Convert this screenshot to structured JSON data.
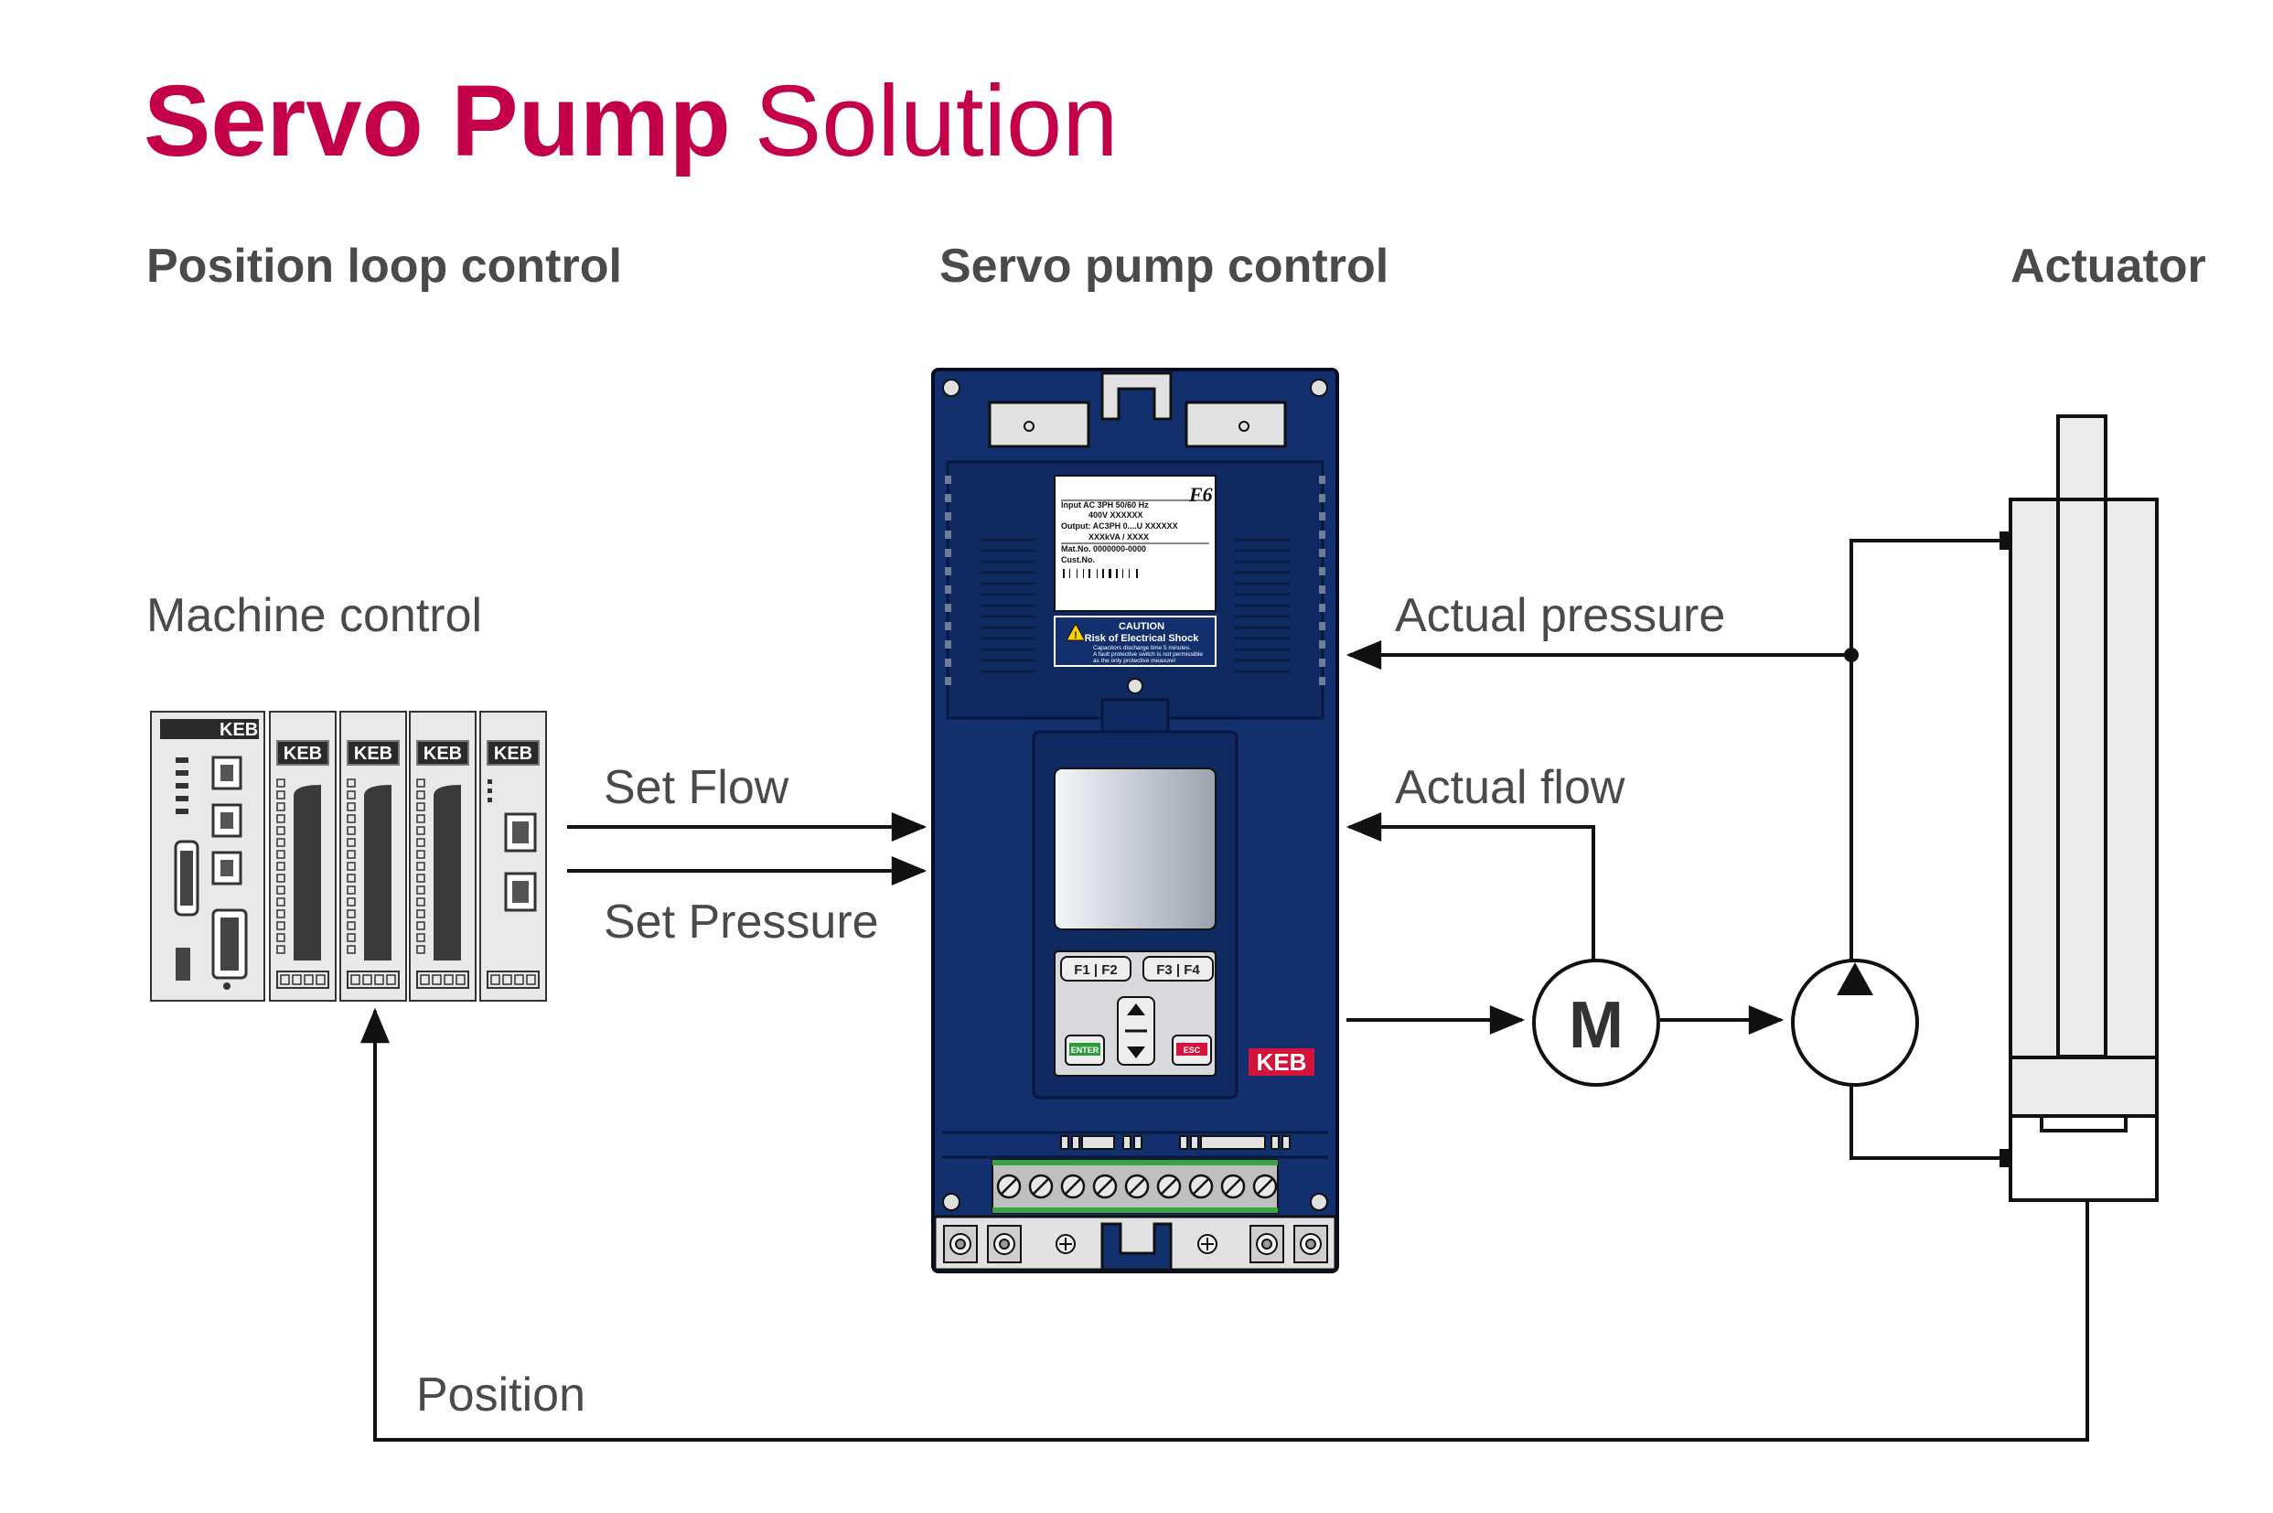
{
  "title": {
    "bold": "Servo Pump",
    "regular": "Solution"
  },
  "headings": {
    "position_loop": "Position loop control",
    "servo_pump": "Servo pump control",
    "actuator": "Actuator"
  },
  "labels": {
    "machine_control": "Machine control",
    "set_flow": "Set Flow",
    "set_pressure": "Set Pressure",
    "actual_pressure": "Actual pressure",
    "actual_flow": "Actual flow",
    "position": "Position"
  },
  "motor": {
    "symbol": "M"
  },
  "drive": {
    "brand": "KEB",
    "plate_lines": [
      "Input   AC 3PH 50/60 Hz",
      "400V XXXXXX",
      "Output: AC3PH 0....U XXXXXX",
      "XXXkVA / XXXX",
      "Mat.No. 0000000-0000",
      "Cust.No."
    ],
    "series_mark": "F6",
    "caution_title": "CAUTION",
    "caution_subtitle": "Risk of Electrical Shock",
    "caution_lines": [
      "Capacitors discharge time 5 minutes.",
      "A fault protective switch is not permissible",
      "as the only protective measure!"
    ],
    "keys": {
      "f12": "F1 | F2",
      "f34": "F3 | F4",
      "enter": "ENTER",
      "esc": "ESC"
    }
  },
  "controller": {
    "brand": "KEB"
  },
  "colors": {
    "title": "#c5004a",
    "text": "#4a4a4a",
    "drive_body": "#13306e",
    "brand_red": "#d4143c"
  }
}
